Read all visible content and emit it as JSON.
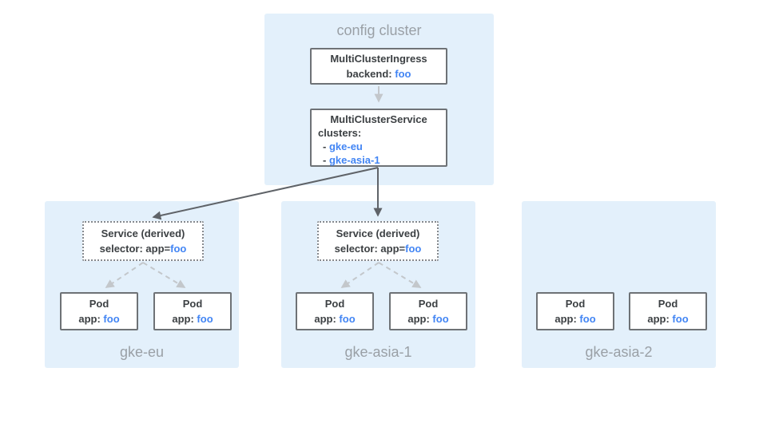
{
  "colors": {
    "panel_bg": "#E3F0FB",
    "accent_blue": "#4285F4",
    "text_dark": "#3C4043",
    "label_gray": "#9AA0A6",
    "box_border_gray": "#6E7276",
    "arrow_dark": "#5F6368",
    "arrow_light": "#C3C7CB"
  },
  "config_cluster": {
    "title": "config cluster",
    "ingress": {
      "title": "MultiClusterIngress",
      "backend_label": "backend:",
      "backend_value": "foo"
    },
    "service": {
      "title": "MultiClusterService",
      "clusters_label": "clusters:",
      "clusters": [
        {
          "dash": "-",
          "name": "gke-eu"
        },
        {
          "dash": "-",
          "name": "gke-asia-1"
        }
      ]
    }
  },
  "clusters": [
    {
      "name": "gke-eu",
      "service": {
        "title": "Service (derived)",
        "selector_label": "selector: app=",
        "selector_value": "foo"
      },
      "pods": [
        {
          "title": "Pod",
          "app_label": "app:",
          "app_value": "foo"
        },
        {
          "title": "Pod",
          "app_label": "app:",
          "app_value": "foo"
        }
      ]
    },
    {
      "name": "gke-asia-1",
      "service": {
        "title": "Service (derived)",
        "selector_label": "selector: app=",
        "selector_value": "foo"
      },
      "pods": [
        {
          "title": "Pod",
          "app_label": "app:",
          "app_value": "foo"
        },
        {
          "title": "Pod",
          "app_label": "app:",
          "app_value": "foo"
        }
      ]
    },
    {
      "name": "gke-asia-2",
      "pods": [
        {
          "title": "Pod",
          "app_label": "app:",
          "app_value": "foo"
        },
        {
          "title": "Pod",
          "app_label": "app:",
          "app_value": "foo"
        }
      ]
    }
  ]
}
